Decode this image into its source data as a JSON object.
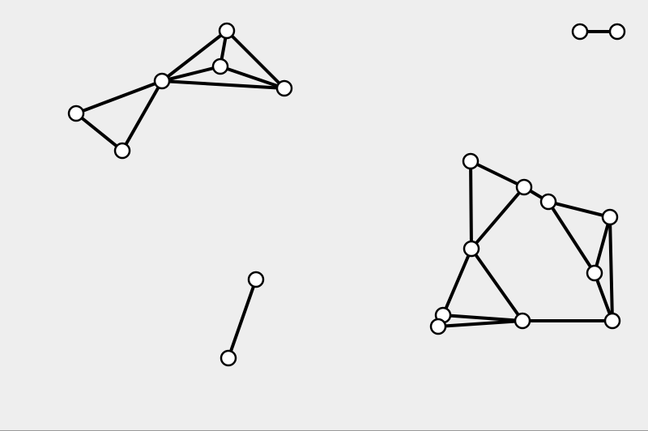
{
  "graph": {
    "background": "#eeeeee",
    "node_fill": "#ffffff",
    "stroke_color": "#000000",
    "nodes": [
      {
        "id": "a1"
      },
      {
        "id": "a2"
      },
      {
        "id": "a3"
      },
      {
        "id": "a4"
      },
      {
        "id": "a5"
      },
      {
        "id": "a6"
      },
      {
        "id": "b1"
      },
      {
        "id": "b2"
      },
      {
        "id": "c1"
      },
      {
        "id": "c2"
      },
      {
        "id": "d1"
      },
      {
        "id": "d2"
      },
      {
        "id": "d3"
      },
      {
        "id": "d4"
      },
      {
        "id": "d5"
      },
      {
        "id": "d6"
      },
      {
        "id": "d7"
      },
      {
        "id": "d8"
      },
      {
        "id": "d9"
      },
      {
        "id": "d10"
      }
    ],
    "edges": [
      [
        "a1",
        "a3"
      ],
      [
        "a1",
        "a4"
      ],
      [
        "a3",
        "a2"
      ],
      [
        "a3",
        "a4"
      ],
      [
        "a2",
        "a4"
      ],
      [
        "a4",
        "a5"
      ],
      [
        "a4",
        "a6"
      ],
      [
        "a5",
        "a6"
      ],
      [
        "a2",
        "a1"
      ],
      [
        "b1",
        "b2"
      ],
      [
        "c1",
        "c2"
      ],
      [
        "d1",
        "d2"
      ],
      [
        "d1",
        "d5"
      ],
      [
        "d2",
        "d5"
      ],
      [
        "d2",
        "d3"
      ],
      [
        "d3",
        "d4"
      ],
      [
        "d3",
        "d6"
      ],
      [
        "d4",
        "d6"
      ],
      [
        "d4",
        "d10"
      ],
      [
        "d6",
        "d10"
      ],
      [
        "d5",
        "d7"
      ],
      [
        "d5",
        "d9"
      ],
      [
        "d7",
        "d9"
      ],
      [
        "d8",
        "d9"
      ],
      [
        "d7",
        "d8"
      ],
      [
        "d9",
        "d10"
      ]
    ]
  }
}
